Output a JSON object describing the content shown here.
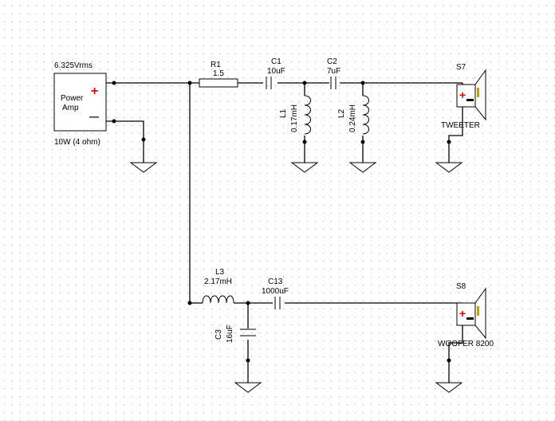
{
  "source": {
    "voltage": "6.325Vrms",
    "name_line1": "Power",
    "name_line2": "Amp",
    "rating": "10W (4 ohm)",
    "plus_sign": "+",
    "minus_sign": "—"
  },
  "components": {
    "r1": {
      "ref": "R1",
      "value": "1.5"
    },
    "c1": {
      "ref": "C1",
      "value": "10uF"
    },
    "c2": {
      "ref": "C2",
      "value": "7uF"
    },
    "l1": {
      "ref": "L1",
      "value": "0.17mH"
    },
    "l2": {
      "ref": "L2",
      "value": "0.24mH"
    },
    "l3": {
      "ref": "L3",
      "value": "2.17mH"
    },
    "c13": {
      "ref": "C13",
      "value": "1000uF"
    },
    "c3": {
      "ref": "C3",
      "value": "16uF"
    }
  },
  "speakers": {
    "tweeter": {
      "ref": "S7",
      "name": "TWEETER"
    },
    "woofer": {
      "ref": "S8",
      "name": "WOOFER 8200"
    }
  },
  "colors": {
    "wire": "#000000",
    "grid_dot": "#9a9a9a",
    "plus": "#e00000",
    "terminal": "#c8a000"
  }
}
